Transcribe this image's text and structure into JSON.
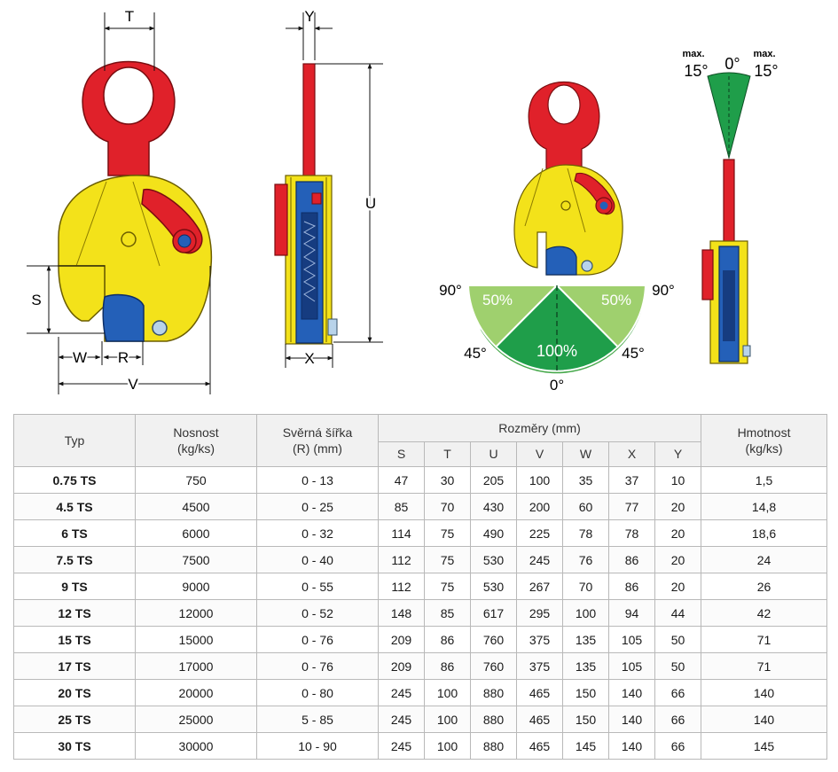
{
  "figure": {
    "dim_labels": {
      "T": "T",
      "S": "S",
      "W": "W",
      "R": "R",
      "V": "V",
      "Y": "Y",
      "U": "U",
      "X": "X"
    },
    "load_chart": {
      "label_90_left": "90°",
      "label_90_right": "90°",
      "label_45_left": "45°",
      "label_45_right": "45°",
      "label_0": "0°",
      "pct_left": "50%",
      "pct_right": "50%",
      "pct_center": "100%"
    },
    "angle": {
      "max_left": "max.",
      "max_right": "max.",
      "deg_left": "15°",
      "deg_center": "0°",
      "deg_right": "15°"
    }
  },
  "table": {
    "headers": {
      "typ": "Typ",
      "nosnost": "Nosnost\n(kg/ks)",
      "sverna": "Svěrná šířka\n(R) (mm)",
      "rozmery": "Rozměry (mm)",
      "hmotnost": "Hmotnost\n(kg/ks)"
    },
    "dim_columns": [
      "S",
      "T",
      "U",
      "V",
      "W",
      "X",
      "Y"
    ],
    "rows": [
      [
        "0.75 TS",
        "750",
        "0 - 13",
        "47",
        "30",
        "205",
        "100",
        "35",
        "37",
        "10",
        "1,5"
      ],
      [
        "4.5 TS",
        "4500",
        "0 - 25",
        "85",
        "70",
        "430",
        "200",
        "60",
        "77",
        "20",
        "14,8"
      ],
      [
        "6 TS",
        "6000",
        "0 - 32",
        "114",
        "75",
        "490",
        "225",
        "78",
        "78",
        "20",
        "18,6"
      ],
      [
        "7.5 TS",
        "7500",
        "0 - 40",
        "112",
        "75",
        "530",
        "245",
        "76",
        "86",
        "20",
        "24"
      ],
      [
        "9 TS",
        "9000",
        "0 - 55",
        "112",
        "75",
        "530",
        "267",
        "70",
        "86",
        "20",
        "26"
      ],
      [
        "12 TS",
        "12000",
        "0 - 52",
        "148",
        "85",
        "617",
        "295",
        "100",
        "94",
        "44",
        "42"
      ],
      [
        "15 TS",
        "15000",
        "0 - 76",
        "209",
        "86",
        "760",
        "375",
        "135",
        "105",
        "50",
        "71"
      ],
      [
        "17 TS",
        "17000",
        "0 - 76",
        "209",
        "86",
        "760",
        "375",
        "135",
        "105",
        "50",
        "71"
      ],
      [
        "20 TS",
        "20000",
        "0 - 80",
        "245",
        "100",
        "880",
        "465",
        "150",
        "140",
        "66",
        "140"
      ],
      [
        "25 TS",
        "25000",
        "5 - 85",
        "245",
        "100",
        "880",
        "465",
        "150",
        "140",
        "66",
        "140"
      ],
      [
        "30 TS",
        "30000",
        "10 - 90",
        "245",
        "100",
        "880",
        "465",
        "145",
        "140",
        "66",
        "145"
      ]
    ]
  }
}
